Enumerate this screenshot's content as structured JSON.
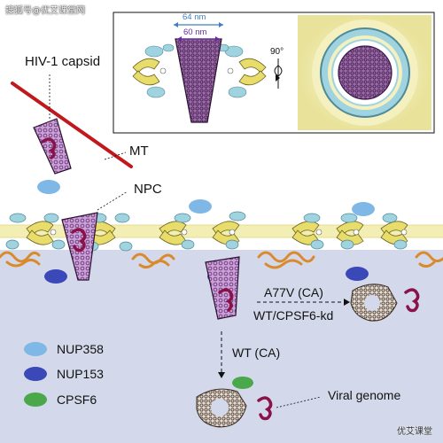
{
  "watermark": {
    "top_left": "搜狐号@优艾课堂网",
    "bottom_right": "优艾课堂"
  },
  "labels": {
    "capsid": "HIV-1 capsid",
    "mt": "MT",
    "npc": "NPC",
    "mutant_condition": "A77V (CA)",
    "kd_condition": "WT/CPSF6-kd",
    "wt_condition": "WT (CA)",
    "viral_genome": "Viral genome"
  },
  "inset": {
    "measure_outer": "64 nm",
    "measure_inner": "60 nm",
    "rotation": "90°"
  },
  "legend": [
    {
      "label": "NUP358",
      "color": "#7fb8e6"
    },
    {
      "label": "NUP153",
      "color": "#3b49b8"
    },
    {
      "label": "CPSF6",
      "color": "#4aa84a"
    }
  ],
  "colors": {
    "cytoplasm": "#ffffff",
    "nucleus": "#d3d9ea",
    "membrane": "#f3efb4",
    "microtubule": "#c0181c",
    "capsid": "#7b4c8a",
    "genome": "#8a1248",
    "scaffold": "#e8dc6a",
    "ring_protein": "#9fd3df",
    "lamina": "#d98a2c",
    "measure_line": "#3d7fc7",
    "measure_line_inner": "#6a2aa0"
  }
}
